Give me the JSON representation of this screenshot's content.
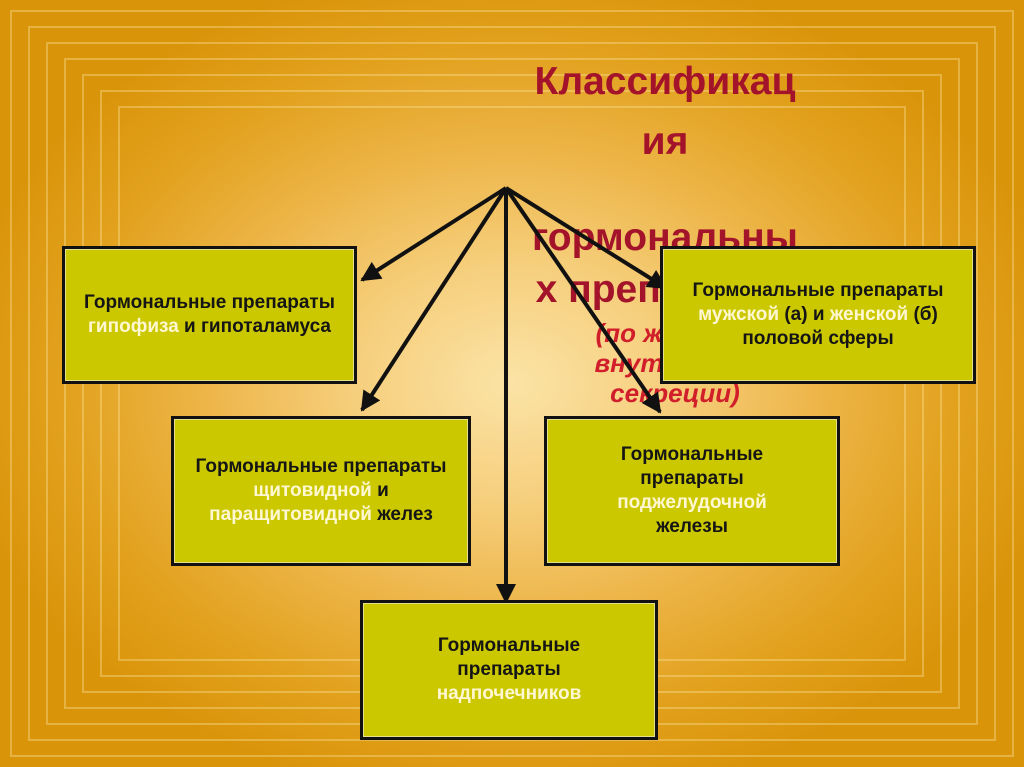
{
  "title": {
    "line1": "Классификац",
    "line2": "ия",
    "line3": "гормональны",
    "line4": "х препаратов",
    "subtitle": "(по железам внутренней секреции)"
  },
  "boxes": {
    "pituitary": {
      "prefix": "Гормональные препараты ",
      "highlight": "гипофиза",
      "suffix": " и гипоталамуса"
    },
    "sex": {
      "prefix": "Гормональные препараты ",
      "highlight1": "мужской",
      "middle1": " (а) и ",
      "highlight2": "женской",
      "suffix": " (б) половой сферы"
    },
    "thyroid": {
      "prefix": "Гормональные препараты ",
      "highlight1": "щитовидной",
      "middle": " и ",
      "highlight2": "паращитовидной",
      "suffix": " желез"
    },
    "pancreas": {
      "prefix": "Гормональные препараты ",
      "highlight": "поджелудочной",
      "suffix": " железы"
    },
    "adrenal": {
      "prefix": "Гормональные препараты ",
      "highlight": "надпочечников",
      "suffix": ""
    }
  },
  "colors": {
    "title": "#a3142a",
    "subtitle": "#d11e2b",
    "box_fill": "#cbc800",
    "box_highlight_text": "#fff7d2"
  }
}
